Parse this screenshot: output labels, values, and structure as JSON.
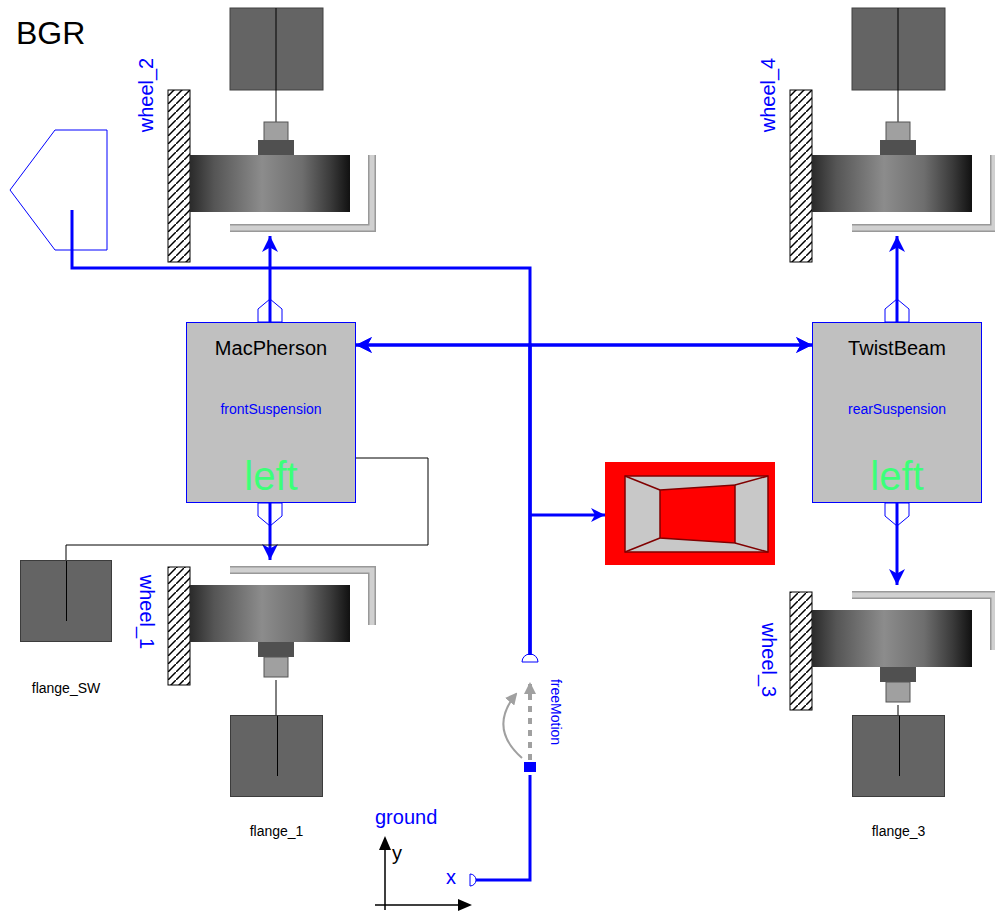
{
  "diagram": {
    "nodes": [
      {
        "text": [
          "BGR"
        ]
      },
      {
        "text": [
          "wheel_2"
        ]
      },
      {
        "text": [
          "wheel_4"
        ]
      },
      {
        "text": [
          "MacPherson",
          "frontSuspension",
          "left"
        ]
      },
      {
        "text": [
          "TwistBeam",
          "rearSuspension",
          "left"
        ]
      },
      {
        "text": [
          "flange_SW"
        ]
      },
      {
        "text": [
          "wheel_1"
        ]
      },
      {
        "text": [
          "wheel_3"
        ]
      },
      {
        "text": [
          "freeMotion"
        ]
      },
      {
        "text": [
          "flange_1"
        ]
      },
      {
        "text": [
          "flange_3"
        ]
      },
      {
        "text": [
          "ground"
        ]
      }
    ],
    "edges": [
      {
        "from": 11,
        "to": 8,
        "arrow": "none"
      },
      {
        "from": 8,
        "to": 3,
        "arrow": "to"
      },
      {
        "from": 8,
        "to": 4,
        "arrow": "to"
      },
      {
        "from": 3,
        "to": 4,
        "arrow": "both"
      },
      {
        "from": 0,
        "to": 8,
        "arrow": "none"
      },
      {
        "from": 3,
        "to": 1,
        "arrow": "to"
      },
      {
        "from": 3,
        "to": 6,
        "arrow": "to"
      },
      {
        "from": 4,
        "to": 2,
        "arrow": "to"
      },
      {
        "from": 4,
        "to": 7,
        "arrow": "to"
      },
      {
        "from": 9,
        "to": 6,
        "arrow": "none"
      },
      {
        "from": 10,
        "to": 7,
        "arrow": "none"
      },
      {
        "from": 5,
        "to": 3,
        "arrow": "none"
      }
    ],
    "labels": [
      "y",
      "x"
    ]
  }
}
